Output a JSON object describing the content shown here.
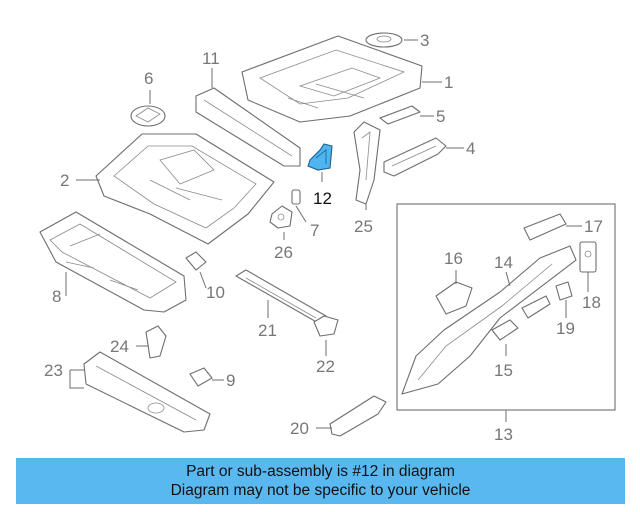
{
  "callouts": {
    "c1": "1",
    "c2": "2",
    "c3": "3",
    "c4": "4",
    "c5": "5",
    "c6": "6",
    "c7": "7",
    "c8": "8",
    "c9": "9",
    "c10": "10",
    "c11": "11",
    "c12": "12",
    "c13": "13",
    "c14": "14",
    "c15": "15",
    "c16": "16",
    "c17": "17",
    "c18": "18",
    "c19": "19",
    "c20": "20",
    "c21": "21",
    "c22": "22",
    "c23": "23",
    "c24": "24",
    "c25": "25",
    "c26": "26"
  },
  "highlight": {
    "part_number": "12",
    "color": "#4fb5ee"
  },
  "notice": {
    "line1": "Part or sub-assembly is #12 in diagram",
    "line2": "Diagram may not be specific to your vehicle",
    "background": "#5ab8f0"
  }
}
